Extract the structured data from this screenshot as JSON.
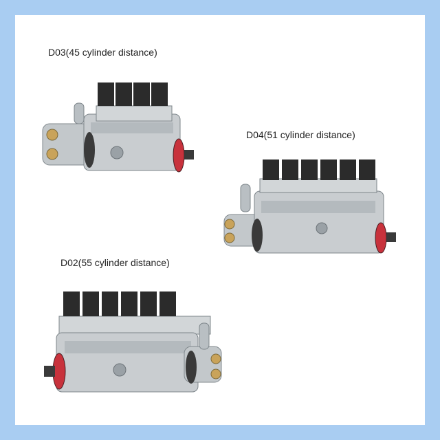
{
  "colors": {
    "border": "#a9cdf2",
    "panel": "#ffffff",
    "metal": "#c9cdd0",
    "metal_dark": "#8e959a",
    "valve_black": "#2b2b2b",
    "accent_red": "#c8323c"
  },
  "products": [
    {
      "label": "D03(45 cylinder distance)",
      "cylinders": 4
    },
    {
      "label": "D04(51 cylinder distance)",
      "cylinders": 6
    },
    {
      "label": "D02(55 cylinder distance)",
      "cylinders": 6
    }
  ]
}
